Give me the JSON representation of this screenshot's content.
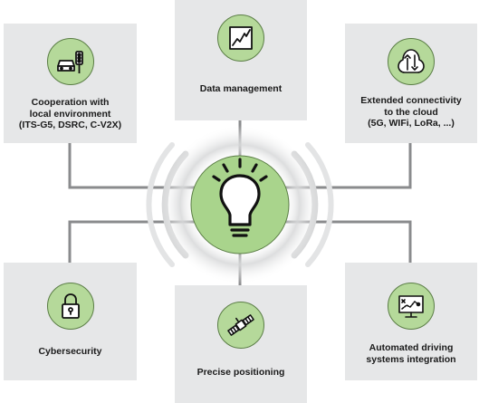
{
  "colors": {
    "card": "#e6e7e8",
    "accent_green": "#b5d99a",
    "center_green": "#a9d48c",
    "line": "#8a8b8d",
    "text": "#1a1a1a"
  },
  "center": {
    "icon": "lightbulb-icon"
  },
  "cards": [
    {
      "id": "cooperation",
      "icon": "car-traffic-light-icon",
      "label": "Cooperation with\nlocal environment\n(ITS-G5, DSRC, C-V2X)"
    },
    {
      "id": "data",
      "icon": "chart-icon",
      "label": "Data management"
    },
    {
      "id": "connectivity",
      "icon": "cloud-arrows-icon",
      "label": "Extended connectivity\nto the cloud\n(5G, WIFi, LoRa, ...)"
    },
    {
      "id": "cybersecurity",
      "icon": "padlock-icon",
      "label": "Cybersecurity"
    },
    {
      "id": "positioning",
      "icon": "satellite-icon",
      "label": "Precise positioning"
    },
    {
      "id": "automated",
      "icon": "monitor-route-icon",
      "label": "Automated driving\nsystems integration"
    }
  ]
}
